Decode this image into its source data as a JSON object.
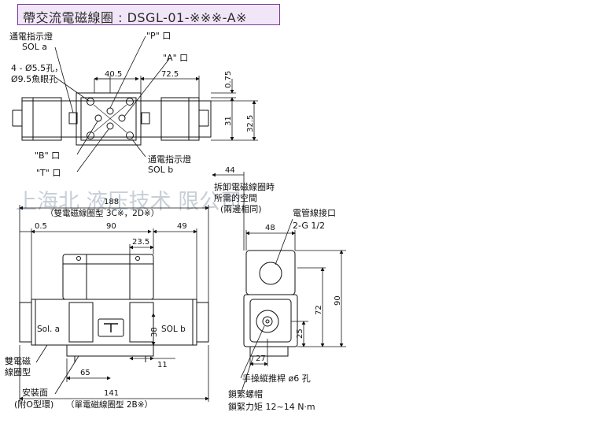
{
  "title": "帶交流電磁線圈 : DSGL-01-※※※-A※",
  "watermark": "上海北 液压技术 限公司",
  "top_view": {
    "sol_a_label": "通電指示燈",
    "sol_a_sub": "SOL a",
    "holes_line1": "4 - Ø5.5孔，",
    "holes_line2": "Ø9.5魚眼孔",
    "port_p": "\"P\" 口",
    "port_a": "\"A\" 口",
    "port_b": "\"B\" 口",
    "port_t": "\"T\" 口",
    "sol_b_label": "通電指示燈",
    "sol_b_sub": "SOL b",
    "dim_40_5": "40.5",
    "dim_72_5": "72.5",
    "dim_0_75": "0.75",
    "dim_31": "31",
    "dim_32_5": "32.5"
  },
  "front_view": {
    "dim_188": "188",
    "double_note": "（雙電磁線圈型 3C※，2D※）",
    "dim_0_5": "0.5",
    "dim_90": "90",
    "dim_49": "49",
    "dim_23_5": "23.5",
    "dim_38": "38",
    "dim_11": "11",
    "dim_65": "65",
    "dim_141": "141",
    "sol_a_text": "Sol. a",
    "sol_b_text": "SOL b",
    "double_coil_line1": "雙電磁",
    "double_coil_line2": "線圈型",
    "mount_line1": "安裝面",
    "mount_line2": "(附O型環)",
    "single_note": "（單電磁線圈型 2B※）"
  },
  "side_view": {
    "dim_44": "44",
    "remove_line1": "拆卸電磁線圈時",
    "remove_line2": "所需的空間",
    "remove_line3": "(兩邊相同)",
    "conduit_label": "電管線接口",
    "conduit_thread": "2-G 1/2",
    "dim_48": "48",
    "dim_90": "90",
    "dim_72": "72",
    "dim_25": "25",
    "dim_27": "27",
    "manual_pin": "手操縱推桿 ø6 孔",
    "locknut": "鎖緊螺帽",
    "torque": "鎖緊力矩 12~14 N·m"
  }
}
